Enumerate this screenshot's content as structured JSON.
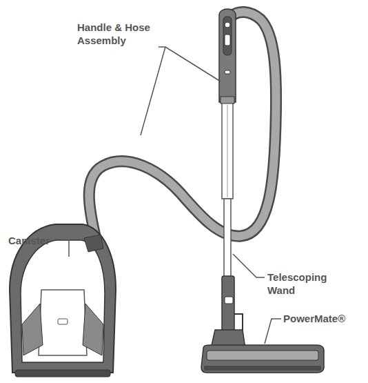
{
  "diagram": {
    "labels": [
      "Handle & Hose Assembly",
      "Canister",
      "Telescoping Wand",
      "PowerMate®"
    ]
  }
}
